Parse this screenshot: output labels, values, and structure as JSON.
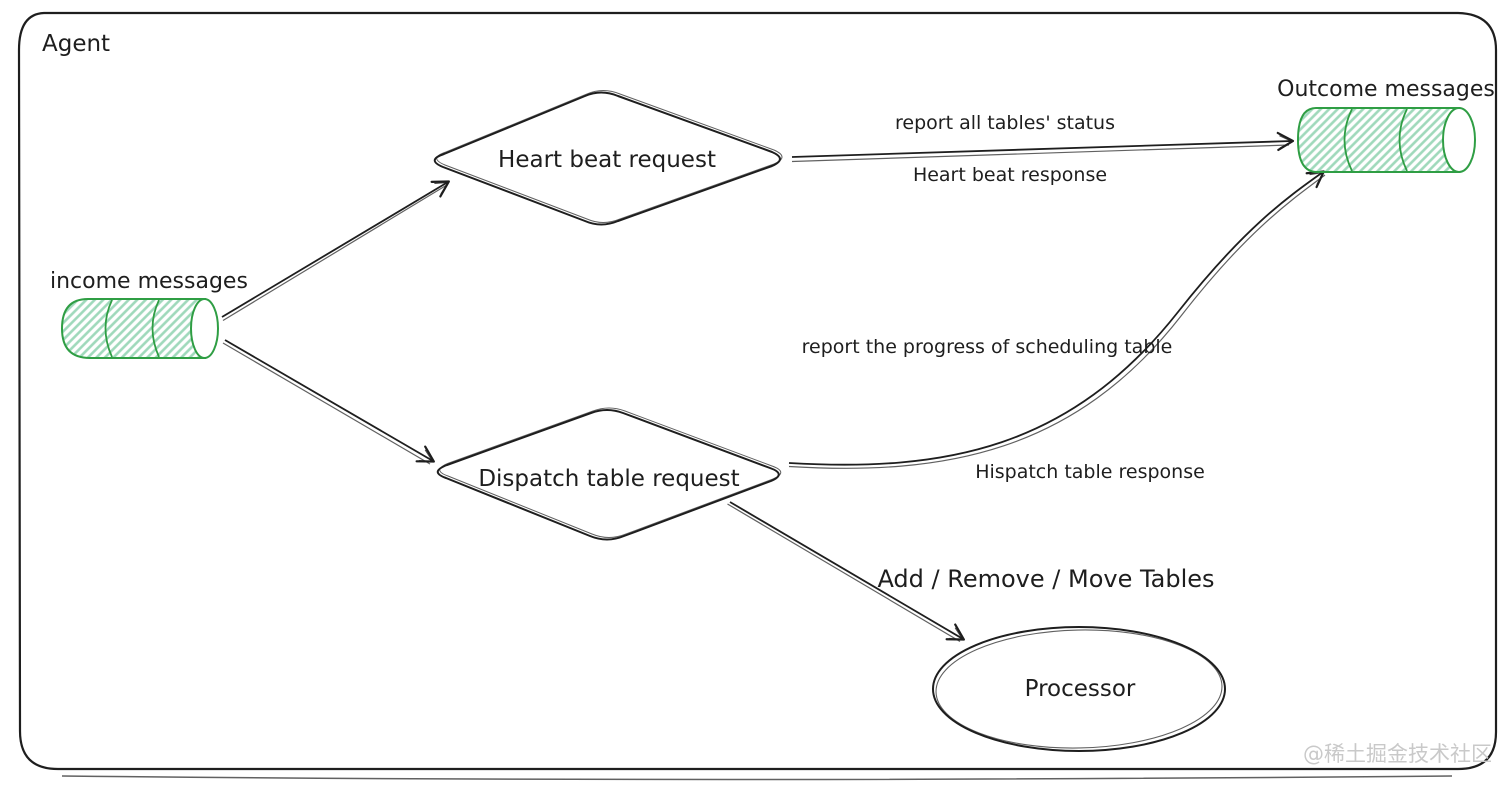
{
  "diagram": {
    "type": "flow-diagram",
    "container_label": "Agent",
    "nodes": {
      "income": {
        "shape": "cylinder",
        "label": "income messages"
      },
      "heartbeat": {
        "shape": "diamond",
        "label": "Heart beat request"
      },
      "dispatch": {
        "shape": "diamond",
        "label": "Dispatch table request"
      },
      "outcome": {
        "shape": "cylinder",
        "label": "Outcome messages"
      },
      "processor": {
        "shape": "ellipse",
        "label": "Processor"
      }
    },
    "edges": [
      {
        "from": "income messages",
        "to": "Heart beat request",
        "labels": []
      },
      {
        "from": "income messages",
        "to": "Dispatch table request",
        "labels": []
      },
      {
        "from": "Heart beat request",
        "to": "Outcome messages",
        "labels": [
          "report all tables' status",
          "Heart beat response"
        ]
      },
      {
        "from": "Dispatch table request",
        "to": "Outcome messages",
        "labels": [
          "report the progress of scheduling table",
          "Hispatch table response"
        ]
      },
      {
        "from": "Dispatch table request",
        "to": "Processor",
        "labels": [
          "Add / Remove / Move Tables"
        ]
      }
    ],
    "watermark": "@稀土掘金技术社区",
    "colors": {
      "ink": "#1e1e1e",
      "green": "#2f9e44",
      "green_hatch": "#9fd9bb",
      "wm": "#c9c9c9",
      "bg": "#ffffff"
    }
  }
}
